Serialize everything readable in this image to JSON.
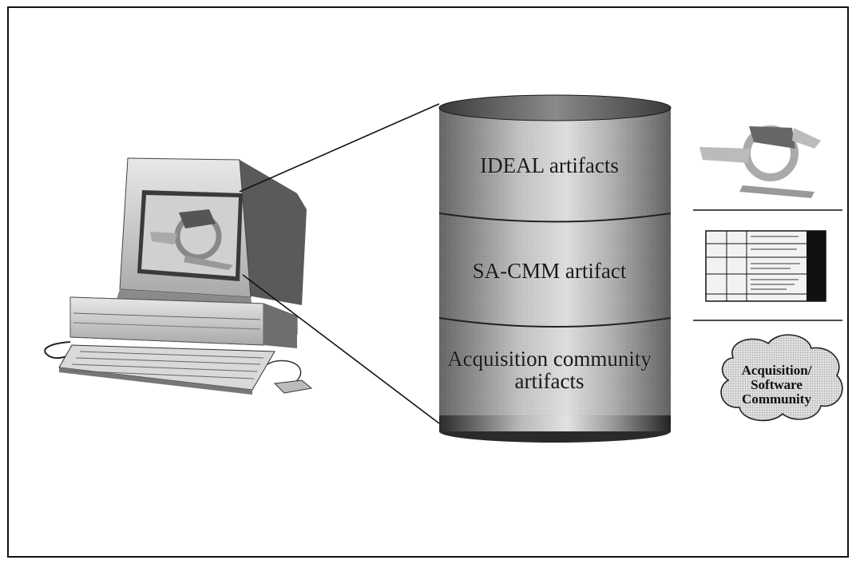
{
  "repository": {
    "layers": [
      "IDEAL artifacts",
      "SA-CMM artifact",
      "Acquisition community artifacts"
    ]
  },
  "side_panel": {
    "ideal_cycle": {
      "icon": "ideal-cycle-thumbnail"
    },
    "kpa_table": {
      "icon": "sa-cmm-table-thumbnail"
    },
    "community": {
      "label_line1": "Acquisition/",
      "label_line2": "Software",
      "label_line3": "Community"
    }
  },
  "workstation": {
    "icon": "desktop-computer-illustration"
  }
}
